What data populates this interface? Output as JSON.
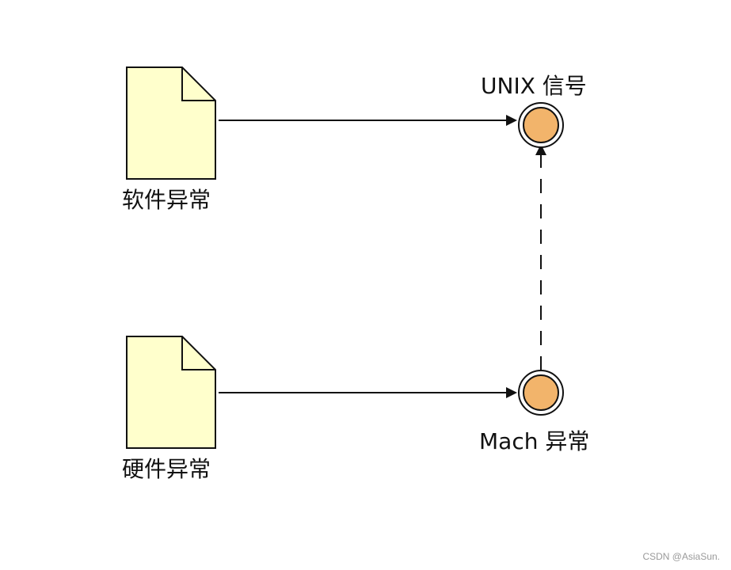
{
  "nodes": {
    "software_exception": {
      "label": "软件异常"
    },
    "hardware_exception": {
      "label": "硬件异常"
    },
    "unix_signal": {
      "label": "UNIX 信号"
    },
    "mach_exception": {
      "label": "Mach 异常"
    }
  },
  "colors": {
    "document_fill": "#ffffcc",
    "document_stroke": "#111111",
    "node_fill": "#f2b46b",
    "node_stroke": "#111111",
    "line": "#111111"
  },
  "icons": {
    "document": "document-icon",
    "state": "state-circle-icon"
  },
  "watermark": "CSDN @AsiaSun."
}
